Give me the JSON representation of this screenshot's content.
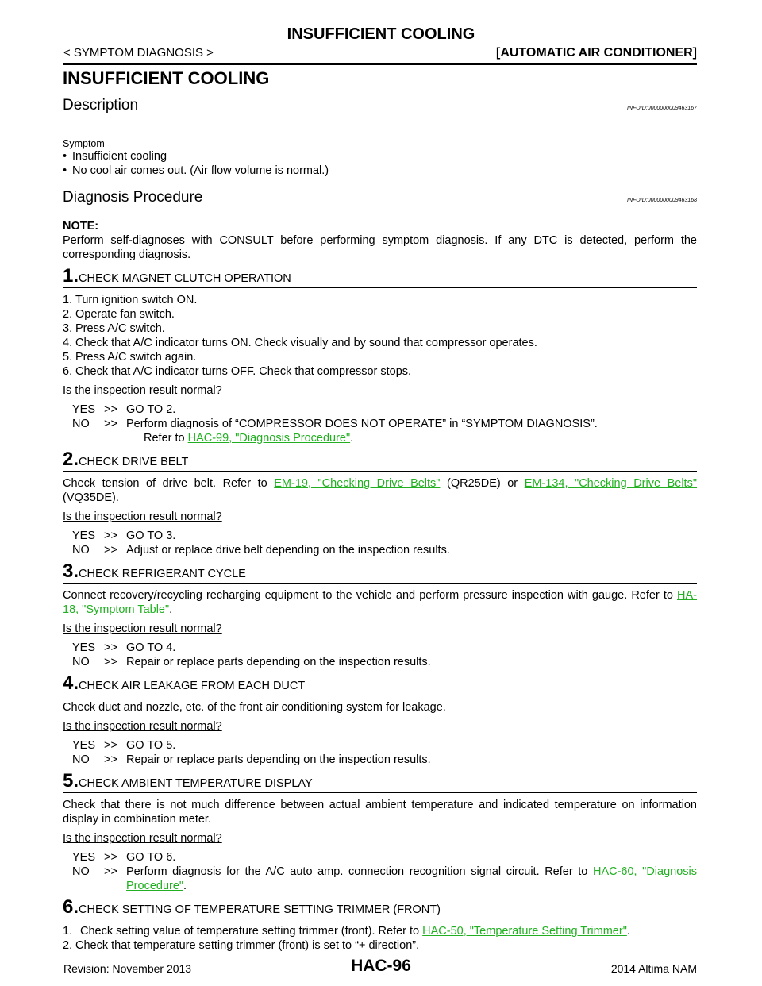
{
  "header": {
    "center_title": "INSUFFICIENT COOLING",
    "left": "< SYMPTOM DIAGNOSIS >",
    "right": "[AUTOMATIC AIR CONDITIONER]"
  },
  "main_title": "INSUFFICIENT COOLING",
  "description": {
    "title": "Description",
    "infoid": "INFOID:0000000009463167",
    "symptom_label": "Symptom",
    "bullets": [
      "Insufficient cooling",
      "No cool air comes out. (Air flow volume is normal.)"
    ]
  },
  "procedure": {
    "title": "Diagnosis Procedure",
    "infoid": "INFOID:0000000009463168",
    "note_label": "NOTE:",
    "note_text": "Perform self-diagnoses with CONSULT before performing symptom diagnosis. If any DTC is detected, perform the corresponding diagnosis."
  },
  "steps": [
    {
      "num": "1.",
      "title": "CHECK MAGNET CLUTCH OPERATION",
      "items": [
        "Turn ignition switch ON.",
        "Operate fan switch.",
        "Press A/C switch.",
        "Check that A/C indicator turns ON. Check visually and by sound that compressor operates.",
        "Press A/C switch again.",
        "Check that A/C indicator turns OFF. Check that compressor stops."
      ],
      "question": "Is the inspection result normal?",
      "yes": "GO TO 2.",
      "no": "Perform diagnosis of “COMPRESSOR DOES NOT OPERATE” in “SYMPTOM DIAGNOSIS”.",
      "no_ref_pre": "Refer to ",
      "no_link": "HAC-99, \"Diagnosis Procedure\"",
      "no_ref_post": "."
    },
    {
      "num": "2.",
      "title": "CHECK DRIVE BELT",
      "text_pre": "Check tension of drive belt. Refer to ",
      "link1": "EM-19, \"Checking Drive Belts\"",
      "text_mid": " (QR25DE) or ",
      "link2": "EM-134, \"Checking Drive Belts\"",
      "text_post": " (VQ35DE).",
      "question": "Is the inspection result normal?",
      "yes": "GO TO 3.",
      "no": "Adjust or replace drive belt depending on the inspection results."
    },
    {
      "num": "3.",
      "title": "CHECK REFRIGERANT CYCLE",
      "text_pre": "Connect recovery/recycling recharging equipment to the vehicle and perform pressure inspection with gauge. Refer to ",
      "link1": "HA-18, \"Symptom Table\"",
      "text_post": ".",
      "question": "Is the inspection result normal?",
      "yes": "GO TO 4.",
      "no": "Repair or replace parts depending on the inspection results."
    },
    {
      "num": "4.",
      "title": "CHECK AIR LEAKAGE FROM EACH DUCT",
      "text": "Check duct and nozzle, etc. of the front air conditioning system for leakage.",
      "question": "Is the inspection result normal?",
      "yes": "GO TO 5.",
      "no": "Repair or replace parts depending on the inspection results."
    },
    {
      "num": "5.",
      "title": "CHECK AMBIENT TEMPERATURE DISPLAY",
      "text": "Check that there is not much difference between actual ambient temperature and indicated temperature on information display in combination meter.",
      "question": "Is the inspection result normal?",
      "yes": "GO TO 6.",
      "no_pre": "Perform diagnosis for the A/C auto amp. connection recognition signal circuit. Refer to ",
      "no_link": "HAC-60, \"Diagnosis Procedure\"",
      "no_post": "."
    },
    {
      "num": "6.",
      "title": "CHECK SETTING OF TEMPERATURE SETTING TRIMMER (FRONT)",
      "item1_pre": "Check setting value of temperature setting trimmer (front). Refer to ",
      "item1_link": "HAC-50, \"Temperature Setting Trimmer\"",
      "item1_post": ".",
      "item2": "Check that temperature setting trimmer (front) is set to “+ direction”."
    }
  ],
  "labels": {
    "yes": "YES",
    "no": "NO",
    "arrow": ">>"
  },
  "footer": {
    "left": "Revision: November 2013",
    "center": "HAC-96",
    "right": "2014 Altima NAM"
  }
}
